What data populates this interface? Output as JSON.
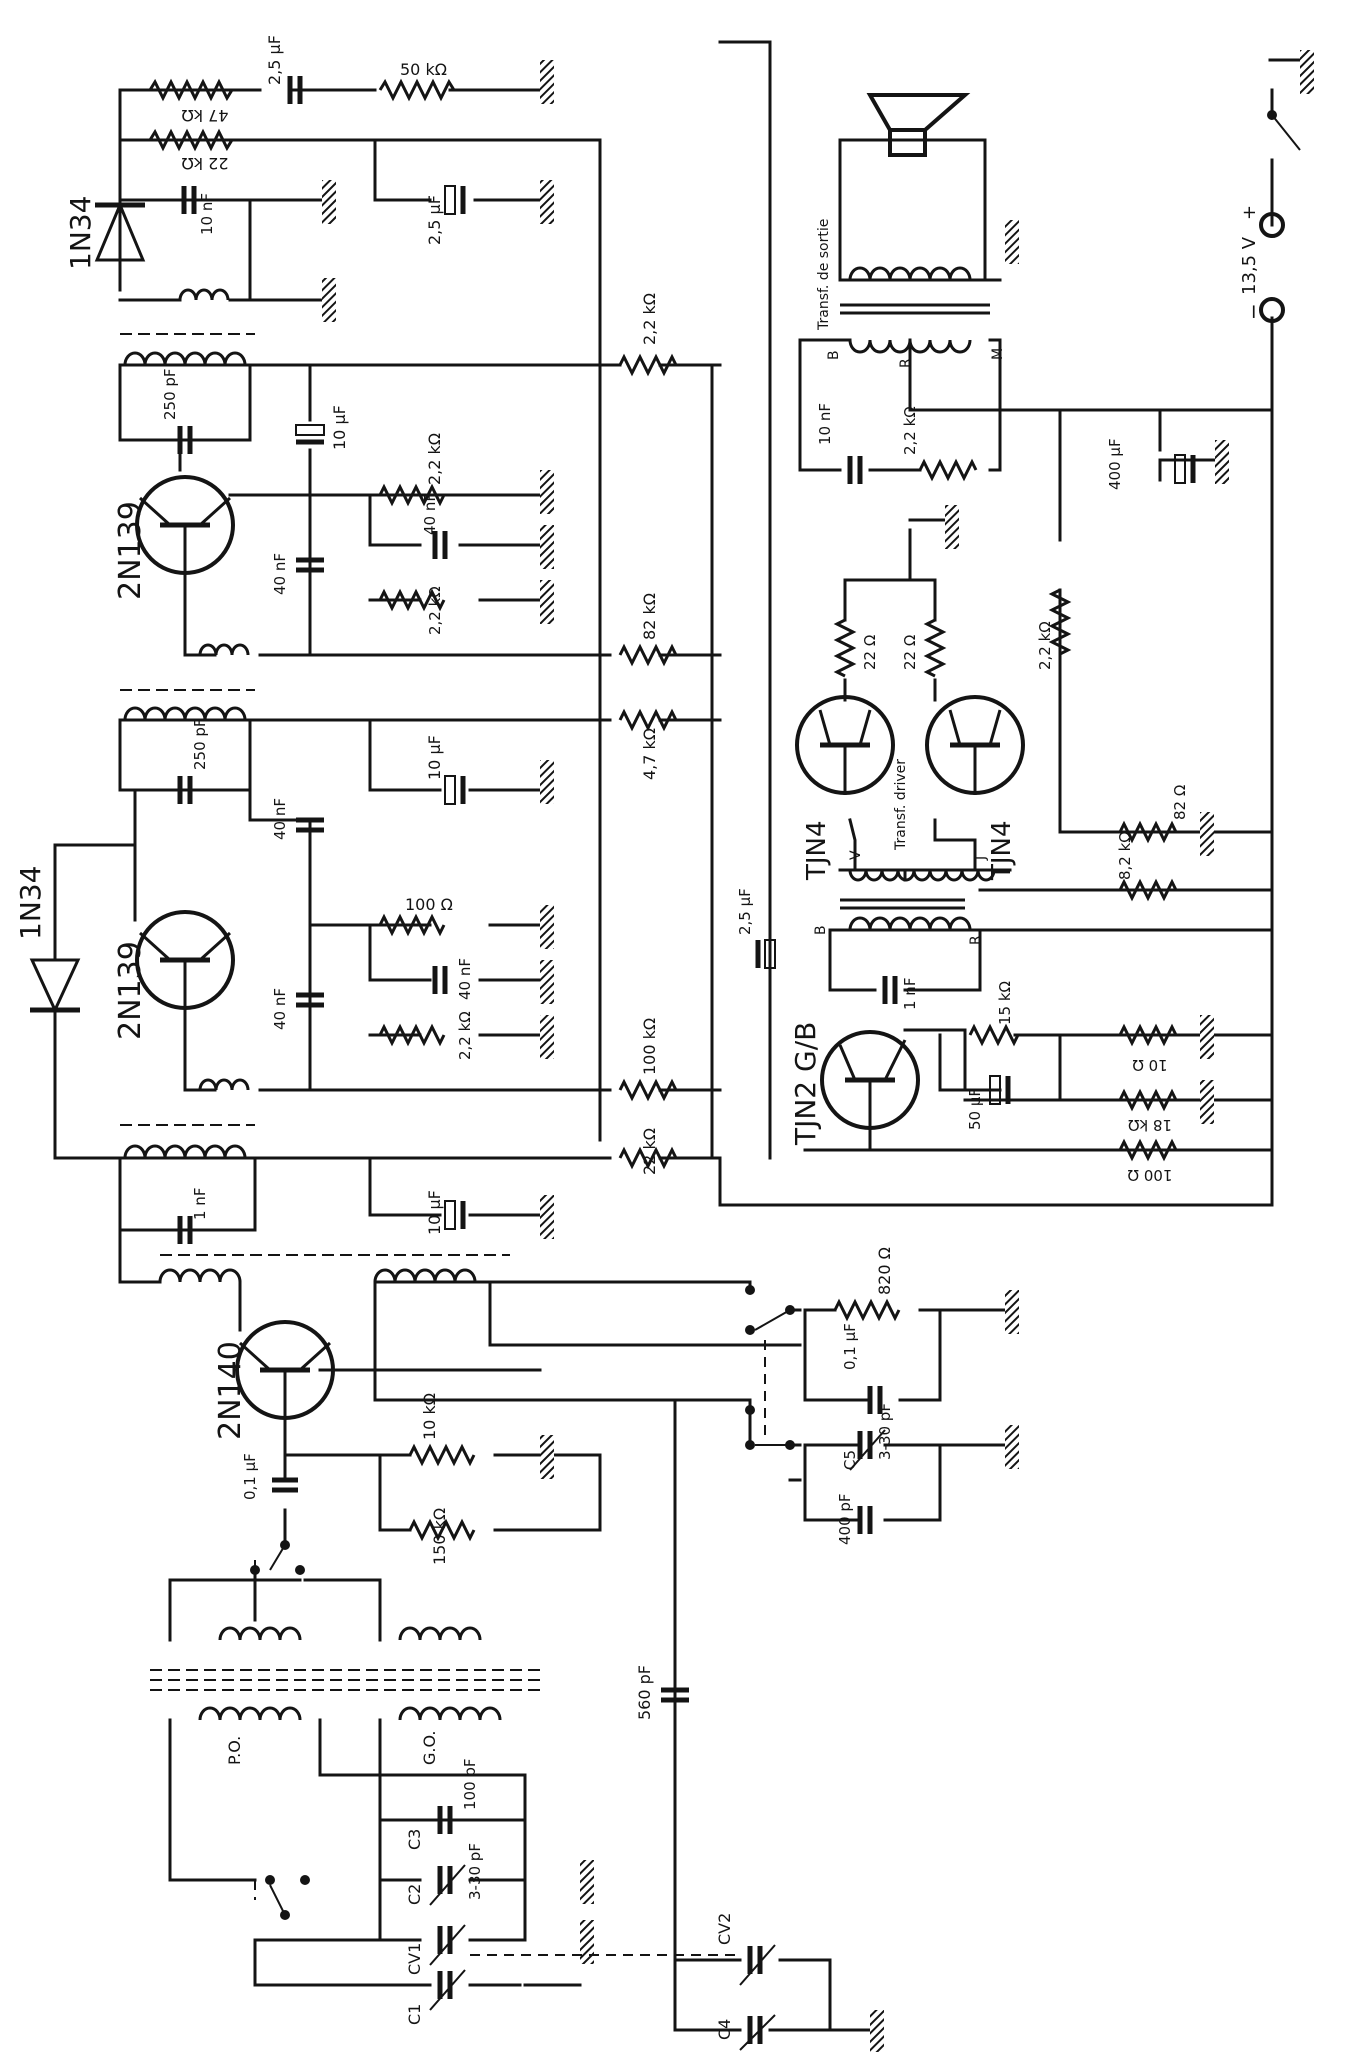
{
  "transistors": {
    "q1": "2N139",
    "q2": "2N139",
    "q3": "2N140",
    "q4": "TJN4",
    "q5": "TJN4",
    "q6": "TJN2 G/B"
  },
  "diodes": {
    "d1": "1N34",
    "d2": "1N34"
  },
  "components": {
    "r_50k": "50 kΩ",
    "c_2_5uF_top": "2,5 μF",
    "r_47k_top": "47 kΩ",
    "r_22k_top": "22 kΩ",
    "c_10nF_top": "10 nF",
    "c_2_5uF_mid": "2,5 μF",
    "r_2_2k_a": "2,2 kΩ",
    "c_250pF_a": "250 pF",
    "c_10uF_a": "10 μF",
    "r_2_2k_b": "2,2 kΩ",
    "c_40nF_a": "40 nF",
    "c_40nF_b": "40 nF",
    "r_2_2k_c": "2,2 kΩ",
    "r_82k": "82 kΩ",
    "c_250pF_b": "250 pF",
    "c_10uF_b": "10 μF",
    "r_47k_b": "4,7 kΩ",
    "c_40nF_c": "40 nF",
    "r_100": "100 Ω",
    "c_40nF_d": "40 nF",
    "c_40nF_e": "40 nF",
    "r_2_2k_d": "2,2 kΩ",
    "r_100k": "100 kΩ",
    "c_1nF_a": "1 nF",
    "c_10uF_c": "10 μF",
    "r_22k_b": "22 kΩ",
    "r_820": "820 Ω",
    "c_01uF_a": "0,1 μF",
    "c_01uF_b": "0,1 μF",
    "r_10k": "10 kΩ",
    "r_150k": "150 kΩ",
    "c5": "C5",
    "c5_val": "3-30 pF",
    "c_400pF_a": "400 pF",
    "c_560pF": "560 pF",
    "c3": "C3",
    "c3_val": "100 pF",
    "c2": "C2",
    "c2_val": "3-30 pF",
    "cv1": "CV1",
    "c1": "C1",
    "cv2": "CV2",
    "c4": "C4",
    "po": "P.O.",
    "go": "G.O.",
    "c_2_5uF_in": "2,5 μF",
    "c_10nF_b": "10 nF",
    "r_2_2k_e": "2,2 kΩ",
    "c_400uF": "400 μF",
    "r_22_a": "22 Ω",
    "r_22_b": "22 Ω",
    "r_2_2k_f": "2,2 kΩ",
    "r_82": "82 Ω",
    "r_82k_b": "8,2 kΩ",
    "c_1nF_b": "1 nF",
    "r_15k": "15 kΩ",
    "c_50uF": "50 μF",
    "r_10": "10 Ω",
    "r_18k": "18 kΩ",
    "r_100_b": "100 Ω"
  },
  "transformers": {
    "out_title": "Transf. de sortie",
    "drv_title": "Transf. driver",
    "out_b": "B",
    "out_r": "R",
    "out_m": "M",
    "drv_v": "V",
    "drv_j": "J",
    "in_b": "B",
    "in_r": "R"
  },
  "supply": {
    "voltage": "13,5 V",
    "plus": "+",
    "minus": "−"
  },
  "colors": {
    "ink": "#141414",
    "paper": "#ffffff"
  }
}
